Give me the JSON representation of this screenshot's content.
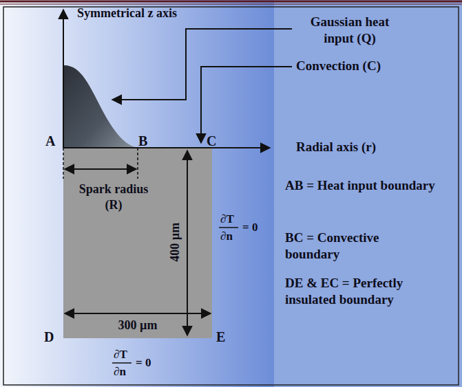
{
  "diagram": {
    "labels": [
      "Symmetrical z axis",
      "Gaussian heat input (Q)",
      "Convection (C)",
      "A",
      "B",
      "C",
      "Radial axis (r)",
      "Spark radius (R)",
      "400 µm",
      "∂T",
      "∂n",
      "= 0",
      "AB = Heat input boundary",
      "BC = Convective boundary",
      "DE & EC = Perfectly insulated boundary",
      "D",
      "300 µm",
      "E",
      "∂T",
      "∂n",
      "= 0"
    ]
  }
}
